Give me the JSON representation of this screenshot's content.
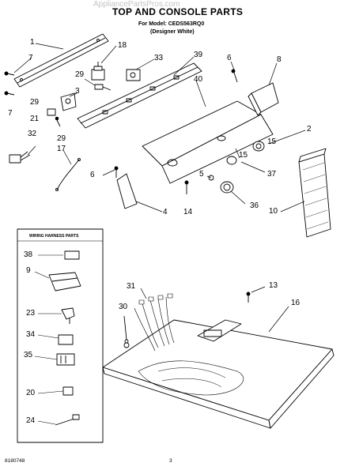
{
  "watermark": "AppliancePartsPros.com",
  "title": "TOP AND CONSOLE PARTS",
  "subtitle_line1": "For Model: CEDS563RQ0",
  "subtitle_line2": "(Designer White)",
  "wiring_harness_title": "WIRING HARNESS PARTS",
  "part_numbers": {
    "p1": "1",
    "p18": "18",
    "p33": "33",
    "p39": "39",
    "p6a": "6",
    "p8": "8",
    "p7a": "7",
    "p29a": "29",
    "p3": "3",
    "p40": "40",
    "p7b": "7",
    "p29b": "29",
    "p21": "21",
    "p2": "2",
    "p32": "32",
    "p29c": "29",
    "p15a": "15",
    "p17": "17",
    "p15b": "15",
    "p37": "37",
    "p5": "5",
    "p6b": "6",
    "p36": "36",
    "p4": "4",
    "p14": "14",
    "p10": "10",
    "p31": "31",
    "p13": "13",
    "p30": "30",
    "p16": "16",
    "w38": "38",
    "w9": "9",
    "w23": "23",
    "w34": "34",
    "w35": "35",
    "w20": "20",
    "w24": "24"
  },
  "footer_left": "8180748",
  "footer_page": "3"
}
